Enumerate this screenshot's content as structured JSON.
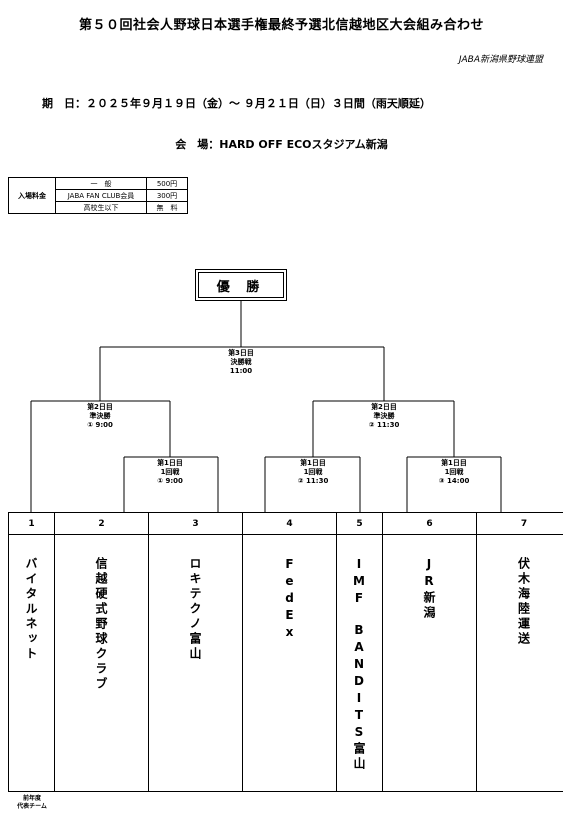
{
  "header": {
    "title": "第５０回社会人野球日本選手権最終予選北信越地区大会組み合わせ",
    "organizer": "JABA新潟県野球連盟",
    "period": "期　日：２０２５年９月１９日（金）～ ９月２１日（日）３日間（雨天順延）",
    "venue": "会　場：HARD OFF ECOスタジアム新潟"
  },
  "fees": {
    "heading": "入場料金",
    "rows": [
      {
        "category": "一　般",
        "price": "500円"
      },
      {
        "category": "JABA FAN CLUB会員",
        "price": "300円"
      },
      {
        "category": "高校生以下",
        "price": "無　料"
      }
    ]
  },
  "bracket": {
    "winner_label": "優 勝",
    "final": "第3日目\n決勝戦\n11:00",
    "semi1": "第2日目\n準決勝\n① 9:00",
    "semi2": "第2日目\n準決勝\n② 11:30",
    "r1_1": "第1日目\n1回戦\n① 9:00",
    "r1_2": "第1日目\n1回戦\n② 11:30",
    "r1_3": "第1日目\n1回戦\n③ 14:00"
  },
  "teams": [
    {
      "num": "1",
      "name": "バイタルネット"
    },
    {
      "num": "2",
      "name": "信越硬式野球クラブ"
    },
    {
      "num": "3",
      "name": "ロキテクノ富山"
    },
    {
      "num": "4",
      "name": "FedEx"
    },
    {
      "num": "5",
      "name": "IMF　BANDITS富山"
    },
    {
      "num": "6",
      "name": "JR新潟"
    },
    {
      "num": "7",
      "name": "伏木海陸運送"
    }
  ],
  "footnote": "前年度\n代表チーム"
}
